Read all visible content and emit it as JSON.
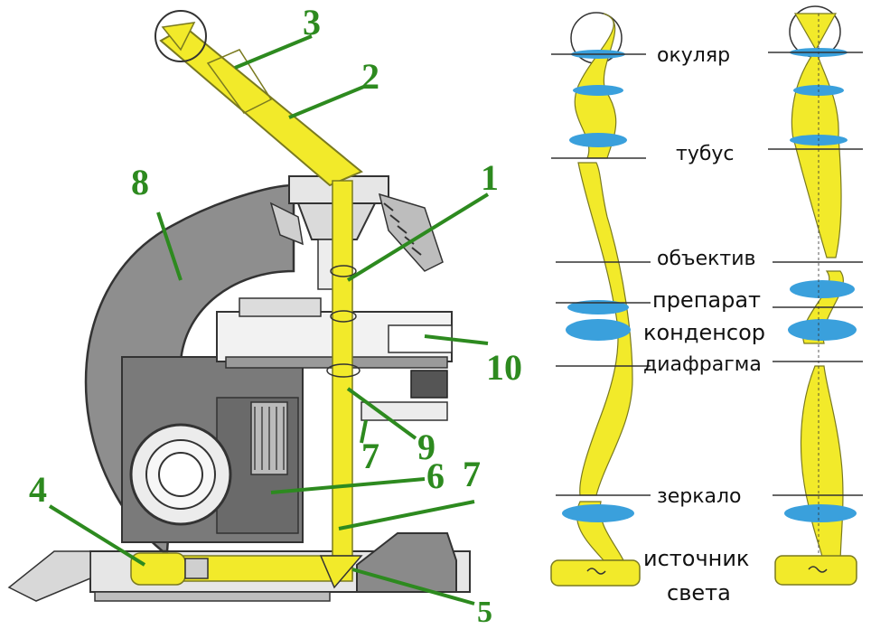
{
  "colors": {
    "beam": "#f2ea2a",
    "beam_stroke": "#7a7a20",
    "lens": "#3aa0dc",
    "leader": "#2d8a1f",
    "stand": "#8e8e8e",
    "stand_dark": "#5c5c5c",
    "metal": "#cfcfcf"
  },
  "microscope": {
    "callouts": [
      "1",
      "2",
      "3",
      "4",
      "5",
      "6",
      "7",
      "7",
      "8",
      "9",
      "10"
    ]
  },
  "optics": {
    "labels": {
      "eyepiece": "окуляр",
      "tube": "тубус",
      "objective": "объектив",
      "specimen": "препарат",
      "condenser": "конденсор",
      "diaphragm": "диафрагма",
      "mirror": "зеркало",
      "source_line1": "источник",
      "source_line2": "света"
    }
  }
}
